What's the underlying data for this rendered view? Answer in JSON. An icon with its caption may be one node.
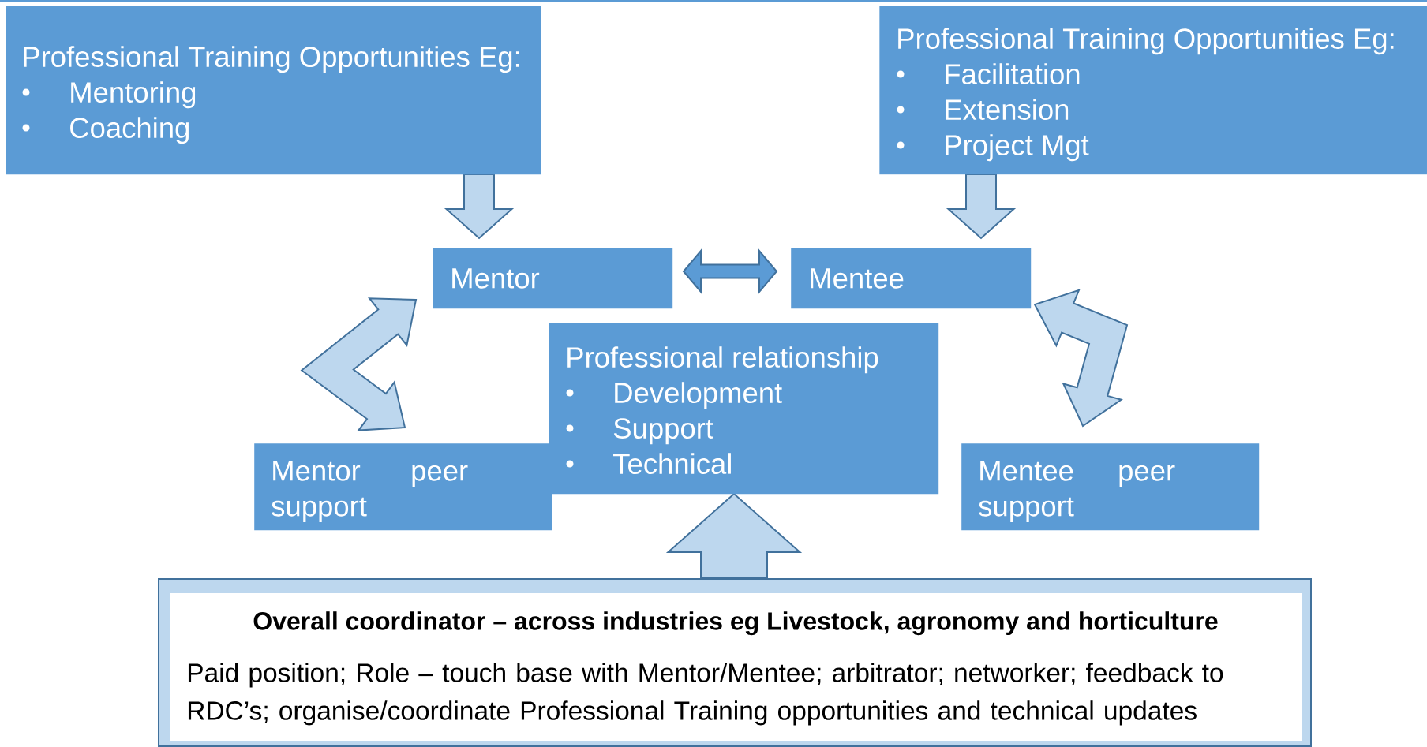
{
  "diagram": {
    "nodes": [
      {
        "text": [
          "Professional Training Opportunities Eg:",
          "Mentoring",
          "Coaching"
        ]
      },
      {
        "text": [
          "Professional Training Opportunities Eg:",
          "Facilitation",
          "Extension",
          "Project Mgt"
        ]
      },
      {
        "text": [
          "Mentor"
        ]
      },
      {
        "text": [
          "Mentee"
        ]
      },
      {
        "text": [
          "Professional relationship",
          "Development",
          "Support",
          "Technical"
        ]
      },
      {
        "text": [
          "Mentor peer support"
        ]
      },
      {
        "text": [
          "Mentee peer support"
        ]
      },
      {
        "text": [
          "Overall coordinator – across industries eg Livestock, agronomy and horticulture",
          "Paid position; Role – touch base with Mentor/Mentee; arbitrator; networker; feedback to RDC’s; organise/coordinate Professional Training opportunities and technical updates"
        ]
      }
    ],
    "edges": [
      {
        "from": 0,
        "to": 2,
        "arrow": "to"
      },
      {
        "from": 1,
        "to": 3,
        "arrow": "to"
      },
      {
        "from": 2,
        "to": 3,
        "arrow": "both",
        "color": "#5b9bd5"
      },
      {
        "from": 2,
        "to": 5,
        "arrow": "both"
      },
      {
        "from": 3,
        "to": 6,
        "arrow": "both"
      },
      {
        "from": 7,
        "to": 4,
        "arrow": "to"
      }
    ]
  }
}
